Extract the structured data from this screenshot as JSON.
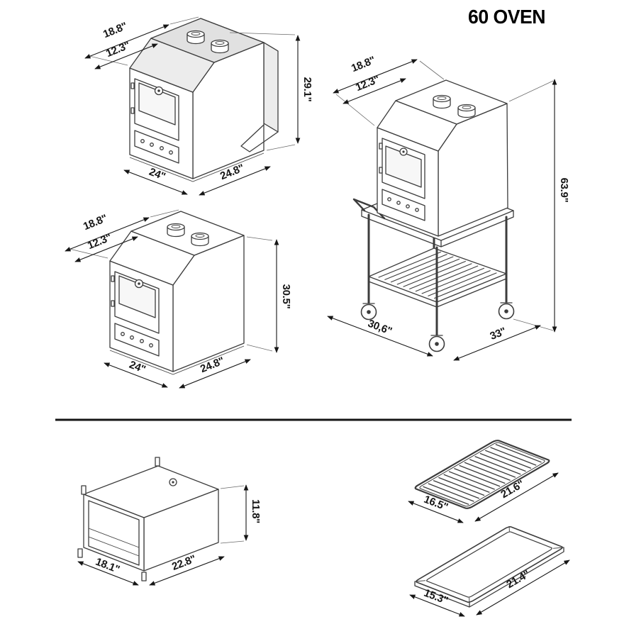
{
  "title": "60 OVEN",
  "figures": {
    "oven_hood": {
      "depth_outer": "18.8\"",
      "depth_inner": "12.3\"",
      "height": "29.1\"",
      "width": "24\"",
      "depth": "24.8\""
    },
    "oven": {
      "depth_outer": "18.8\"",
      "depth_inner": "12.3\"",
      "height": "30.5\"",
      "width": "24\"",
      "depth": "24.8\""
    },
    "oven_cart": {
      "depth_outer": "18.8\"",
      "depth_inner": "12.3\"",
      "height": "63.9\"",
      "width": "30,6\"",
      "depth": "33\""
    },
    "chamber": {
      "height": "11.8\"",
      "width": "18.1\"",
      "depth": "22.8\""
    },
    "grill": {
      "width": "16.5\"",
      "depth": "21.6\""
    },
    "tray": {
      "width": "15.3\"",
      "depth": "21.4\""
    }
  }
}
